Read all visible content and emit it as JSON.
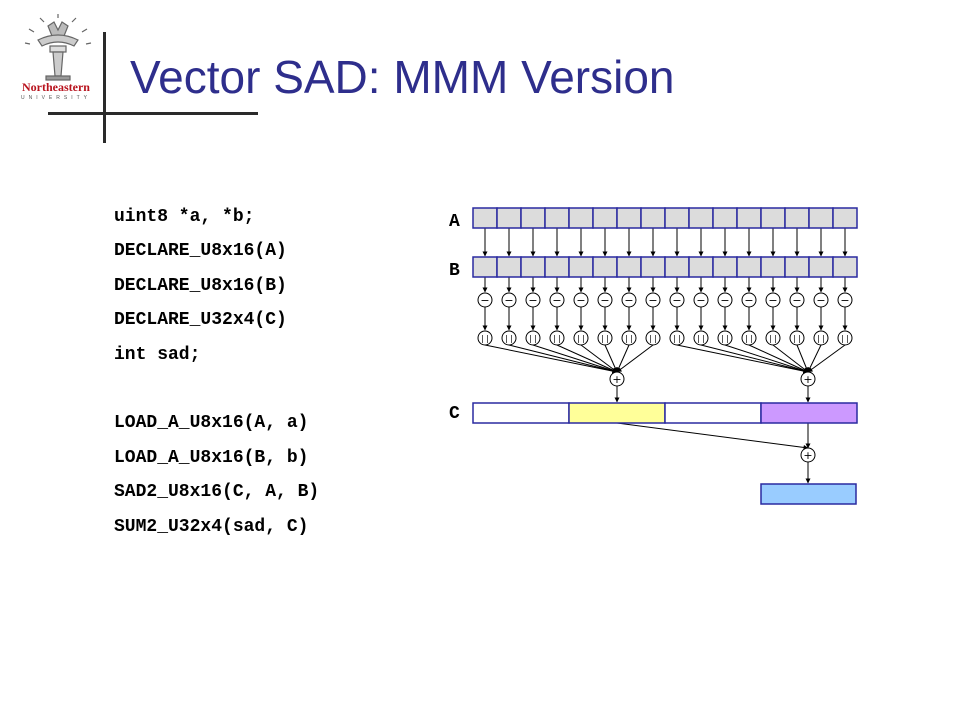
{
  "slide": {
    "title": "Vector SAD: MMM Version",
    "logo_text": "Northeastern",
    "logo_subtext": "UNIVERSITY"
  },
  "code_lines": [
    "uint8 *a, *b;",
    "DECLARE_U8x16(A)",
    "DECLARE_U8x16(B)",
    "DECLARE_U32x4(C)",
    "int sad;",
    "",
    "LOAD_A_U8x16(A, a)",
    "LOAD_A_U8x16(B, b)",
    "SAD2_U8x16(C, A, B)",
    "SUM2_U32x4(sad, C)"
  ],
  "diagram": {
    "registers": {
      "a": {
        "label": "A",
        "cells": 16
      },
      "b": {
        "label": "B",
        "cells": 16
      },
      "c": {
        "label": "C",
        "cells": 4
      }
    },
    "subtract_symbol": "−",
    "abs_symbol": "| |",
    "add_symbol": "+",
    "colors": {
      "register_fill": "#dcdcdc",
      "register_stroke": "#2a2aa0",
      "c_fill_2": "#ffff99",
      "c_fill_4": "#cc99ff",
      "result_fill": "#99ccff"
    }
  }
}
